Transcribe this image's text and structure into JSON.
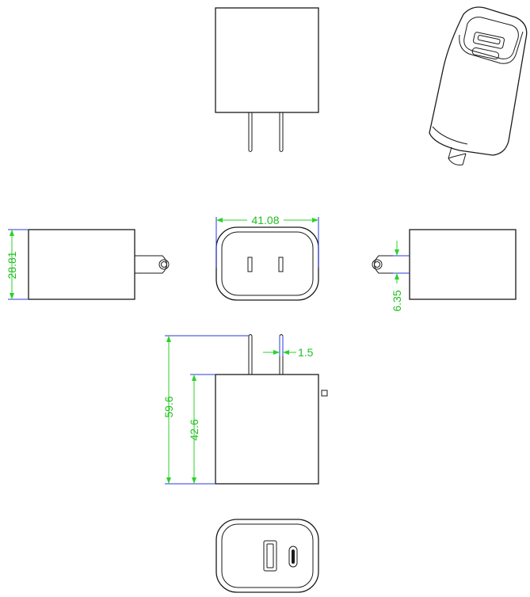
{
  "dimensions": {
    "width_top": "41.08",
    "height_side": "28.81",
    "prong_offset": "6.35",
    "prong_thickness": "1.5",
    "total_height": "59.6",
    "body_height": "42.6"
  },
  "colors": {
    "outline": "#1a1a1a",
    "dimension_line": "#2bd12b",
    "dimension_text": "#1fbf1f",
    "extension_line": "#2a3bd8"
  }
}
